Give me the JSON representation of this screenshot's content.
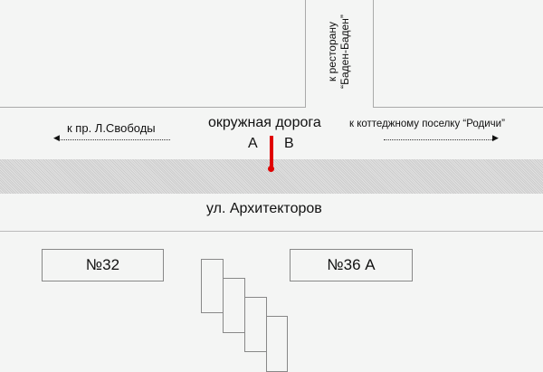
{
  "roads": {
    "ring_road": "окружная дорога",
    "street": "ул. Архитекторов",
    "side_a": "A",
    "side_b": "B"
  },
  "directions": {
    "left": "к пр. Л.Свободы",
    "right": "к коттеджному поселку “Родичи”",
    "up_line1": "к ресторану",
    "up_line2": "“Баден-Баден”"
  },
  "buildings": [
    "№32",
    "№36 А"
  ],
  "colors": {
    "marker": "#e00000"
  }
}
